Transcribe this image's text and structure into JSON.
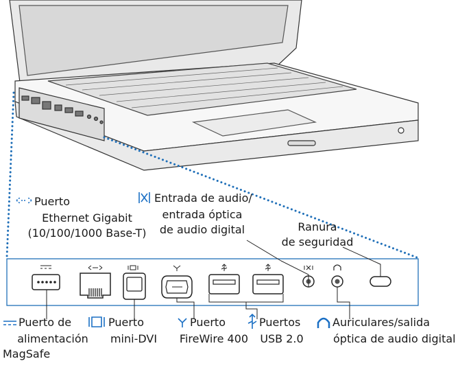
{
  "labels": {
    "ethernet": {
      "icon": "ethernet-icon",
      "line1": "Puerto",
      "line2": "Ethernet Gigabit",
      "line3": "(10/100/1000 Base-T)"
    },
    "audio_in": {
      "icon": "audio-in-icon",
      "line1": "Entrada de audio/",
      "line2": "entrada óptica",
      "line3": "de audio digital"
    },
    "security": {
      "line1": "Ranura",
      "line2": "de seguridad"
    },
    "magsafe": {
      "icon": "power-icon",
      "line1": "Puerto de",
      "line2": "alimentación",
      "line3": "MagSafe"
    },
    "minidvi": {
      "icon": "display-icon",
      "line1": "Puerto",
      "line2": "mini-DVI"
    },
    "firewire": {
      "icon": "firewire-icon",
      "line1": "Puerto",
      "line2": "FireWire 400"
    },
    "usb": {
      "icon": "usb-icon",
      "line1": "Puertos",
      "line2": "USB 2.0"
    },
    "headphones": {
      "icon": "headphones-icon",
      "line1": "Auriculares/salida",
      "line2": "óptica de audio digital"
    }
  },
  "colors": {
    "accent": "#1a6fc4",
    "dotted_line": "#1f6fb8",
    "outline": "#333333"
  }
}
